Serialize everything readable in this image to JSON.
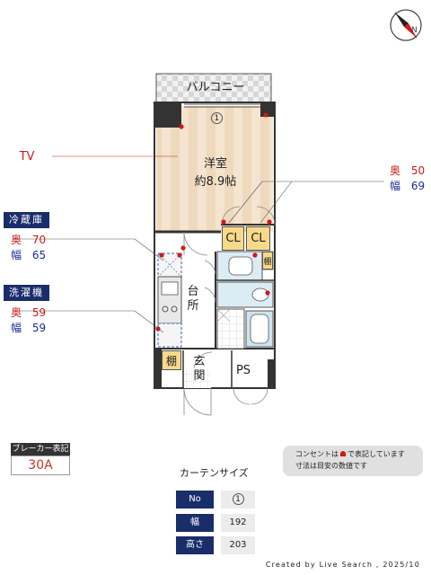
{
  "plan": {
    "balcony_label": "バルコニー",
    "window_marker": "1",
    "tv_label": "TV",
    "western_room": {
      "name": "洋室",
      "size": "約8.9帖"
    },
    "cl_left": "CL",
    "cl_right": "CL",
    "shelf_small": "棚",
    "kitchen_label_top": "台",
    "kitchen_label_bottom": "所",
    "shelf_entry": "棚",
    "entrance_label_top": "玄",
    "entrance_label_bottom": "関",
    "ps_label": "PS"
  },
  "right_dims": {
    "depth_label": "奥",
    "depth_value": "50",
    "width_label": "幅",
    "width_value": "69"
  },
  "fridge": {
    "title": "冷蔵庫",
    "depth_label": "奥",
    "depth_value": "70",
    "width_label": "幅",
    "width_value": "65"
  },
  "washer": {
    "title": "洗濯機",
    "depth_label": "奥",
    "depth_value": "59",
    "width_label": "幅",
    "width_value": "59"
  },
  "breaker": {
    "title": "ブレーカー表記",
    "value": "30A"
  },
  "note": {
    "line1_pre": "コンセントは",
    "line1_post": "で表記しています",
    "line2": "寸法は目安の数値です"
  },
  "curtain": {
    "title": "カーテンサイズ",
    "rows": [
      {
        "label": "No",
        "value": "1"
      },
      {
        "label": "幅",
        "value": "192"
      },
      {
        "label": "高さ",
        "value": "203"
      }
    ]
  },
  "credit": "Created by Live Search , 2025/10",
  "colors": {
    "navy": "#1a2d6b",
    "outlet_red": "#d01818",
    "closet_yellow": "#f7d98a",
    "bath_blue": "#cfe3ef",
    "floor_wood": "#efd9bd"
  },
  "icons": {
    "compass": "compass-icon"
  }
}
